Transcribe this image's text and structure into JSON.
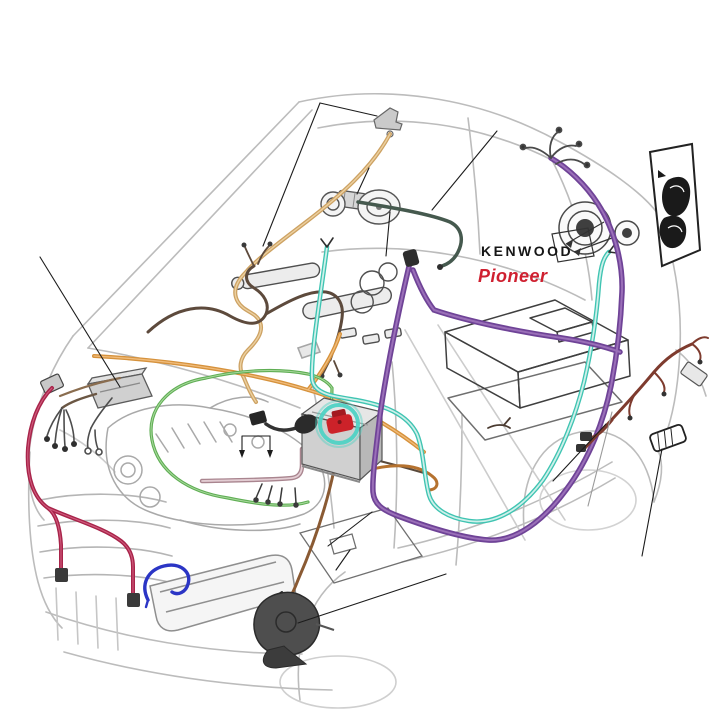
{
  "diagram": {
    "kind": "car-audio-wiring-installation-diagram",
    "brands": {
      "kenwood": "KENWOOD",
      "pioneer": "Pioneer"
    }
  },
  "colors": {
    "background": "#ffffff",
    "sketch_light": "#bcbcbc",
    "sketch_mid": "#9a9a9a",
    "sketch_dark": "#4a4a4a",
    "callout": "#1c1c1c",
    "kenwood_black": "#161616",
    "pioneer_red": "#cf2030",
    "battery_top": "#e6e6e6",
    "battery_front": "#d0d0d0",
    "battery_side": "#b8b8b8",
    "battery_positive": "#cc2229",
    "battery_positive_dark": "#a31a20",
    "battery_negative": "#2b2b2b",
    "highlight_ring": "#4fd2c4",
    "horn_body": "#4e4e4e",
    "ecu_fill": "#d0d0d0",
    "component_fill": "#ffffff",
    "tail_dark": "#1a1a1a"
  },
  "wire_colors": {
    "antenna_tan": "#cda263",
    "roof_green": "#45594e",
    "dash_brown": "#5d4a3c",
    "engine_orange": "#d6923c",
    "ground_green": "#5fae54",
    "front_crimson": "#a8244a",
    "battery_pink": "#a9858f",
    "signal_cyan": "#3fc4b2",
    "power_purple": "#6f4397",
    "rear_brown": "#7e3b2e",
    "horn_brown": "#8a5a33",
    "accent_blue": "#2b35c5",
    "harness_black": "#3a3a3a"
  },
  "wire_highlights": {
    "antenna_tan": "#ecd0a0",
    "engine_orange": "#f0bc7c",
    "ground_green": "#a8d89c",
    "front_crimson": "#cf5b7c",
    "battery_pink": "#e3cdd3",
    "signal_cyan": "#cff0ea",
    "power_purple": "#9a6fb8"
  },
  "components": [
    "car-body-sketch",
    "engine",
    "battery",
    "battery-positive-terminal",
    "battery-negative-terminal",
    "battery-highlight-ring",
    "ecu-module",
    "amplifier-enclosure",
    "mounting-plate",
    "rear-deck-speaker",
    "dash-tweeter-small",
    "dash-tweeter-large",
    "steering-column-stalks",
    "roof-antenna-base",
    "roof-cable-connector",
    "tail-light-inset",
    "horn",
    "headlight",
    "front-grille",
    "antenna-cable",
    "roof-cable",
    "dash-harness",
    "engine-harness-orange",
    "ground-wires-green",
    "front-speaker-cable-crimson",
    "battery-cable-pink",
    "signal-cable-cyan",
    "power-cable-purple",
    "rear-harness",
    "horn-wire",
    "accent-blue-wire",
    "connector-fan-left",
    "callout-leaders"
  ]
}
